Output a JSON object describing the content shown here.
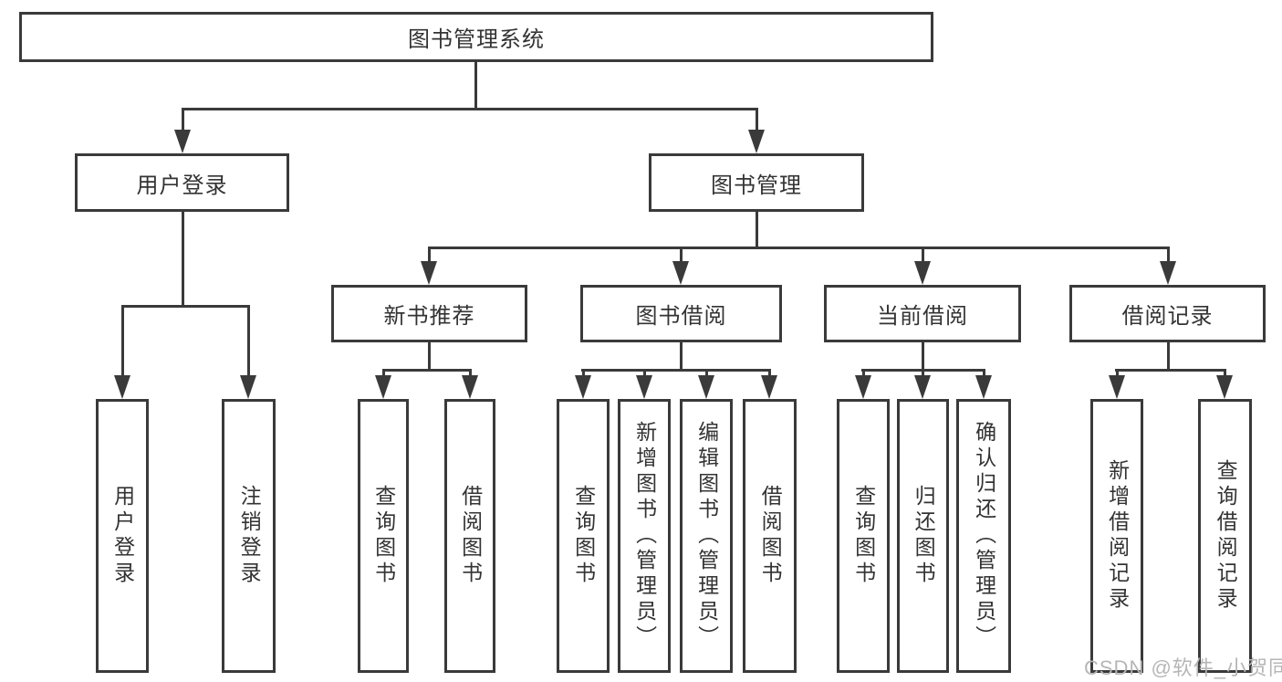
{
  "diagram": {
    "root": {
      "label": "图书管理系统"
    },
    "level2": [
      {
        "label": "用户登录"
      },
      {
        "label": "图书管理"
      }
    ],
    "level3": [
      {
        "label": "新书推荐"
      },
      {
        "label": "图书借阅"
      },
      {
        "label": "当前借阅"
      },
      {
        "label": "借阅记录"
      }
    ],
    "leaves": {
      "user": [
        "用户登录",
        "注销登录"
      ],
      "recommend": [
        "查询图书",
        "借阅图书"
      ],
      "borrow": [
        "查询图书",
        "新增图书（管理员）",
        "编辑图书（管理员）",
        "借阅图书"
      ],
      "current": [
        "查询图书",
        "归还图书",
        "确认归还（管理员）"
      ],
      "records": [
        "新增借阅记录",
        "查询借阅记录"
      ]
    }
  },
  "watermark": {
    "text": "CSDN @软件_小贺同学"
  },
  "colors": {
    "line": "#3a3a3a",
    "text": "#333333",
    "watermark": "#b6b6b6",
    "background": "#ffffff"
  }
}
